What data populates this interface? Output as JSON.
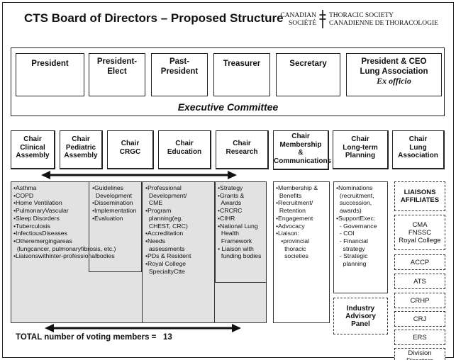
{
  "title": "CTS Board of Directors – Proposed Structure",
  "logo": {
    "left_lines": [
      "CANADIAN",
      "SOCIÉTÉ"
    ],
    "right_lines": [
      "THORACIC SOCIETY",
      "CANADIENNE DE THORACOLOGIE"
    ]
  },
  "executive": {
    "label": "Executive Committee",
    "members": [
      {
        "lines": [
          "President"
        ],
        "sub": ""
      },
      {
        "lines": [
          "President-",
          "Elect"
        ],
        "sub": ""
      },
      {
        "lines": [
          "Past-",
          "President"
        ],
        "sub": ""
      },
      {
        "lines": [
          "Treasurer"
        ],
        "sub": ""
      },
      {
        "lines": [
          "Secretary"
        ],
        "sub": ""
      },
      {
        "lines": [
          "President & CEO",
          "Lung Association"
        ],
        "sub": "Ex officio"
      }
    ]
  },
  "chairs": [
    {
      "lines": [
        "Chair",
        "Clinical",
        "Assembly"
      ]
    },
    {
      "lines": [
        "Chair",
        "Pediatric",
        "Assembly"
      ]
    },
    {
      "lines": [
        "Chair",
        "CRGC"
      ]
    },
    {
      "lines": [
        "Chair",
        "Education"
      ]
    },
    {
      "lines": [
        "Chair",
        "Research"
      ]
    },
    {
      "lines": [
        "Chair",
        "Membership",
        "&",
        "Communications"
      ]
    },
    {
      "lines": [
        "Chair",
        "Long-term",
        "Planning"
      ]
    },
    {
      "lines": [
        "Chair",
        "Lung",
        "Association"
      ]
    }
  ],
  "assembly_items": [
    "•Asthma",
    "•COPD",
    "•Home Ventilation",
    "•PulmonaryVascular",
    "•Sleep Disorders",
    "•Tuberculosis",
    "•InfectiousDiseases",
    "•Otheremergingareas",
    "  (lungcancer, pulmonaryfibrosis, etc.)",
    "•Liaisonswithinter-professionalbodies"
  ],
  "crgc_items": [
    "•Guidelines",
    "  Development",
    "•Dissemination",
    "•Implementation",
    "•Evaluation"
  ],
  "education_items": [
    "•Professional",
    "  Development/",
    "  CME",
    "•Program",
    "  planning(eg.",
    "  CHEST, CRC)",
    "•Accreditation",
    "•Needs",
    "  assessments",
    "•PDs & Resident",
    "•Royal College",
    "  SpecialtyCtte"
  ],
  "research_items": [
    "•Strategy",
    "•Grants &",
    "  Awards",
    "•CRCRC",
    "•CIHR",
    "•National Lung",
    "  Health",
    "  Framework",
    "• Liaison with",
    "  funding bodies"
  ],
  "membership_items": [
    "•Membership &",
    "  Benefits",
    "•Recruitment/",
    "  Retention",
    "•Engagement",
    "•Advocacy",
    "•Liaison:",
    "   •provincial",
    "     thoracic",
    "     societies"
  ],
  "planning_items": [
    "•Nominations",
    "  (recruitment,",
    "  succession,",
    "  awards)",
    "•SupportExec:",
    "  - Governance",
    "  - COI",
    "  - Financial",
    "    strategy",
    "  - Strategic",
    "    planning"
  ],
  "industry_panel": [
    "Industry",
    "Advisory",
    "Panel"
  ],
  "liaisons": [
    {
      "lines": [
        "LIAISONS",
        "AFFILIATES"
      ],
      "bold": true
    },
    {
      "lines": [
        "CMA",
        "FNSSC",
        "Royal College"
      ],
      "bold": false
    },
    {
      "lines": [
        "ACCP"
      ],
      "bold": false
    },
    {
      "lines": [
        "ATS"
      ],
      "bold": false
    },
    {
      "lines": [
        "CRHP"
      ],
      "bold": false
    },
    {
      "lines": [
        "CRJ"
      ],
      "bold": false
    },
    {
      "lines": [
        "ERS"
      ],
      "bold": false
    },
    {
      "lines": [
        "Division",
        "Directors"
      ],
      "bold": false
    }
  ],
  "total": {
    "label": "TOTAL number of voting members =",
    "value": "13"
  }
}
